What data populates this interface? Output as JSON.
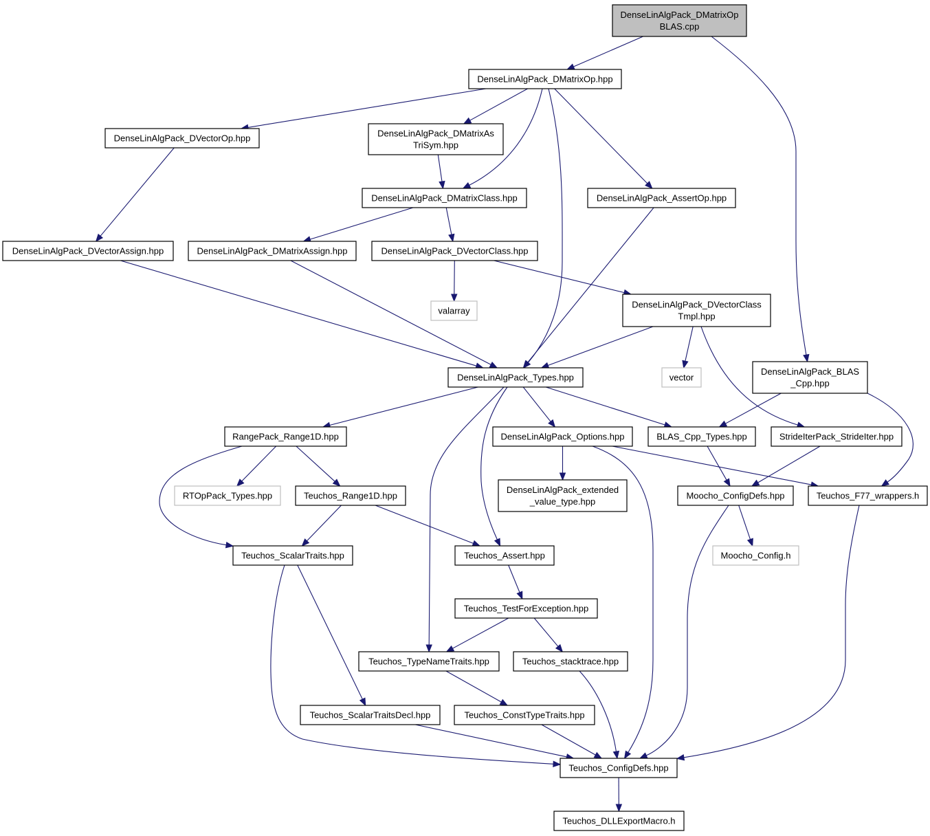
{
  "colors": {
    "edge": "#191970",
    "root_fill": "#bfbfbf",
    "node_fill": "#ffffff",
    "node_border": "#000000",
    "missing_border": "#bfbfbf"
  },
  "nodes": [
    {
      "id": "root",
      "kind": "root",
      "lines": [
        "DenseLinAlgPack_DMatrixOp",
        "BLAS.cpp"
      ]
    },
    {
      "id": "dmatrixop",
      "kind": "normal",
      "lines": [
        "DenseLinAlgPack_DMatrixOp.hpp"
      ]
    },
    {
      "id": "dvectorop",
      "kind": "normal",
      "lines": [
        "DenseLinAlgPack_DVectorOp.hpp"
      ]
    },
    {
      "id": "dmatrixastrisym",
      "kind": "normal",
      "lines": [
        "DenseLinAlgPack_DMatrixAs",
        "TriSym.hpp"
      ]
    },
    {
      "id": "dmatrixclass",
      "kind": "normal",
      "lines": [
        "DenseLinAlgPack_DMatrixClass.hpp"
      ]
    },
    {
      "id": "assertop",
      "kind": "normal",
      "lines": [
        "DenseLinAlgPack_AssertOp.hpp"
      ]
    },
    {
      "id": "dvectorassign",
      "kind": "normal",
      "lines": [
        "DenseLinAlgPack_DVectorAssign.hpp"
      ]
    },
    {
      "id": "dmatrixassign",
      "kind": "normal",
      "lines": [
        "DenseLinAlgPack_DMatrixAssign.hpp"
      ]
    },
    {
      "id": "dvectorclass",
      "kind": "normal",
      "lines": [
        "DenseLinAlgPack_DVectorClass.hpp"
      ]
    },
    {
      "id": "valarray",
      "kind": "missing",
      "lines": [
        "valarray"
      ]
    },
    {
      "id": "dvectorclasstmpl",
      "kind": "normal",
      "lines": [
        "DenseLinAlgPack_DVectorClass",
        "Tmpl.hpp"
      ]
    },
    {
      "id": "types",
      "kind": "normal",
      "lines": [
        "DenseLinAlgPack_Types.hpp"
      ]
    },
    {
      "id": "vector",
      "kind": "missing",
      "lines": [
        "vector"
      ]
    },
    {
      "id": "blascpp",
      "kind": "normal",
      "lines": [
        "DenseLinAlgPack_BLAS",
        "_Cpp.hpp"
      ]
    },
    {
      "id": "range1d",
      "kind": "normal",
      "lines": [
        "RangePack_Range1D.hpp"
      ]
    },
    {
      "id": "options",
      "kind": "normal",
      "lines": [
        "DenseLinAlgPack_Options.hpp"
      ]
    },
    {
      "id": "blascpptypes",
      "kind": "normal",
      "lines": [
        "BLAS_Cpp_Types.hpp"
      ]
    },
    {
      "id": "strideiter",
      "kind": "normal",
      "lines": [
        "StrideIterPack_StrideIter.hpp"
      ]
    },
    {
      "id": "rtoptypes",
      "kind": "missing",
      "lines": [
        "RTOpPack_Types.hpp"
      ]
    },
    {
      "id": "teuchosrange1d",
      "kind": "normal",
      "lines": [
        "Teuchos_Range1D.hpp"
      ]
    },
    {
      "id": "extendedvalue",
      "kind": "normal",
      "lines": [
        "DenseLinAlgPack_extended",
        "_value_type.hpp"
      ]
    },
    {
      "id": "moochoconfigdefs",
      "kind": "normal",
      "lines": [
        "Moocho_ConfigDefs.hpp"
      ]
    },
    {
      "id": "f77wrappers",
      "kind": "normal",
      "lines": [
        "Teuchos_F77_wrappers.h"
      ]
    },
    {
      "id": "scalartraits",
      "kind": "normal",
      "lines": [
        "Teuchos_ScalarTraits.hpp"
      ]
    },
    {
      "id": "teuchosassert",
      "kind": "normal",
      "lines": [
        "Teuchos_Assert.hpp"
      ]
    },
    {
      "id": "moochoconfig",
      "kind": "missing",
      "lines": [
        "Moocho_Config.h"
      ]
    },
    {
      "id": "testforexception",
      "kind": "normal",
      "lines": [
        "Teuchos_TestForException.hpp"
      ]
    },
    {
      "id": "typenametraits",
      "kind": "normal",
      "lines": [
        "Teuchos_TypeNameTraits.hpp"
      ]
    },
    {
      "id": "stacktrace",
      "kind": "normal",
      "lines": [
        "Teuchos_stacktrace.hpp"
      ]
    },
    {
      "id": "scalartraitsdecl",
      "kind": "normal",
      "lines": [
        "Teuchos_ScalarTraitsDecl.hpp"
      ]
    },
    {
      "id": "consttypetraits",
      "kind": "normal",
      "lines": [
        "Teuchos_ConstTypeTraits.hpp"
      ]
    },
    {
      "id": "configdefs",
      "kind": "normal",
      "lines": [
        "Teuchos_ConfigDefs.hpp"
      ]
    },
    {
      "id": "dllexport",
      "kind": "normal",
      "lines": [
        "Teuchos_DLLExportMacro.h"
      ]
    }
  ],
  "edges": [
    {
      "from": "root",
      "to": "dmatrixop"
    },
    {
      "from": "root",
      "to": "blascpp"
    },
    {
      "from": "dmatrixop",
      "to": "dvectorop"
    },
    {
      "from": "dmatrixop",
      "to": "dmatrixastrisym"
    },
    {
      "from": "dmatrixop",
      "to": "dmatrixclass"
    },
    {
      "from": "dmatrixop",
      "to": "types"
    },
    {
      "from": "dmatrixop",
      "to": "assertop"
    },
    {
      "from": "dvectorop",
      "to": "dvectorassign"
    },
    {
      "from": "dmatrixastrisym",
      "to": "dmatrixclass"
    },
    {
      "from": "dmatrixclass",
      "to": "dmatrixassign"
    },
    {
      "from": "dmatrixclass",
      "to": "dvectorclass"
    },
    {
      "from": "assertop",
      "to": "types"
    },
    {
      "from": "dvectorassign",
      "to": "types"
    },
    {
      "from": "dmatrixassign",
      "to": "types"
    },
    {
      "from": "dvectorclass",
      "to": "valarray"
    },
    {
      "from": "dvectorclass",
      "to": "dvectorclasstmpl"
    },
    {
      "from": "dvectorclasstmpl",
      "to": "types"
    },
    {
      "from": "dvectorclasstmpl",
      "to": "vector"
    },
    {
      "from": "dvectorclasstmpl",
      "to": "strideiter"
    },
    {
      "from": "types",
      "to": "range1d"
    },
    {
      "from": "types",
      "to": "options"
    },
    {
      "from": "types",
      "to": "blascpptypes"
    },
    {
      "from": "types",
      "to": "typenametraits"
    },
    {
      "from": "types",
      "to": "teuchosassert"
    },
    {
      "from": "blascpp",
      "to": "blascpptypes"
    },
    {
      "from": "blascpp",
      "to": "f77wrappers"
    },
    {
      "from": "range1d",
      "to": "rtoptypes"
    },
    {
      "from": "range1d",
      "to": "teuchosrange1d"
    },
    {
      "from": "range1d",
      "to": "scalartraits"
    },
    {
      "from": "options",
      "to": "extendedvalue"
    },
    {
      "from": "options",
      "to": "f77wrappers"
    },
    {
      "from": "options",
      "to": "configdefs"
    },
    {
      "from": "blascpptypes",
      "to": "moochoconfigdefs"
    },
    {
      "from": "strideiter",
      "to": "moochoconfigdefs"
    },
    {
      "from": "teuchosrange1d",
      "to": "scalartraits"
    },
    {
      "from": "teuchosrange1d",
      "to": "teuchosassert"
    },
    {
      "from": "moochoconfigdefs",
      "to": "moochoconfig"
    },
    {
      "from": "moochoconfigdefs",
      "to": "configdefs"
    },
    {
      "from": "f77wrappers",
      "to": "configdefs"
    },
    {
      "from": "scalartraits",
      "to": "scalartraitsdecl"
    },
    {
      "from": "scalartraits",
      "to": "configdefs"
    },
    {
      "from": "teuchosassert",
      "to": "testforexception"
    },
    {
      "from": "testforexception",
      "to": "typenametraits"
    },
    {
      "from": "testforexception",
      "to": "stacktrace"
    },
    {
      "from": "typenametraits",
      "to": "consttypetraits"
    },
    {
      "from": "stacktrace",
      "to": "configdefs"
    },
    {
      "from": "scalartraitsdecl",
      "to": "configdefs"
    },
    {
      "from": "consttypetraits",
      "to": "configdefs"
    },
    {
      "from": "configdefs",
      "to": "dllexport"
    }
  ]
}
